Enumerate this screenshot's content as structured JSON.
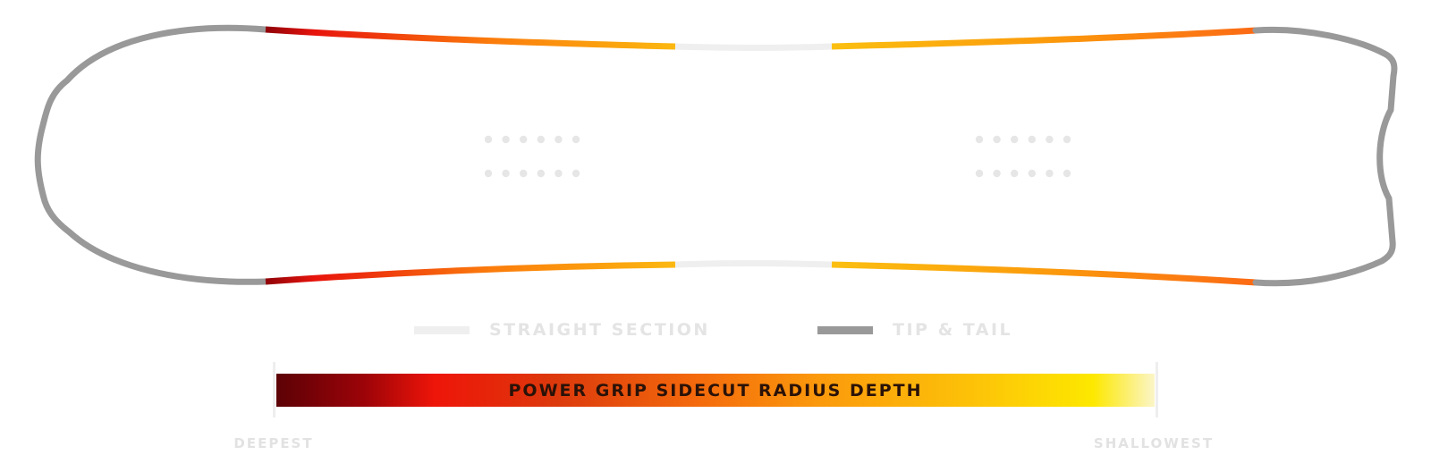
{
  "legend": {
    "straight_label": "STRAIGHT SECTION",
    "tip_label": "TIP & TAIL"
  },
  "gradient": {
    "title": "POWER GRIP SIDECUT RADIUS DEPTH",
    "left_label": "DEEPEST",
    "right_label": "SHALLOWEST"
  },
  "colors": {
    "outline_gray": "#999999",
    "straight_section": "#efefef",
    "insert_dots": "#e6e6e6",
    "deepest": "#5c0206",
    "mid": "#ee1509",
    "orange": "#fb8a0c",
    "yellow": "#fde800",
    "shallowest": "#fbf5c8"
  },
  "board": {
    "insert_groups": [
      {
        "name": "left-binding-inserts",
        "rows": 2,
        "cols": 6
      },
      {
        "name": "right-binding-inserts",
        "rows": 2,
        "cols": 6
      }
    ]
  }
}
